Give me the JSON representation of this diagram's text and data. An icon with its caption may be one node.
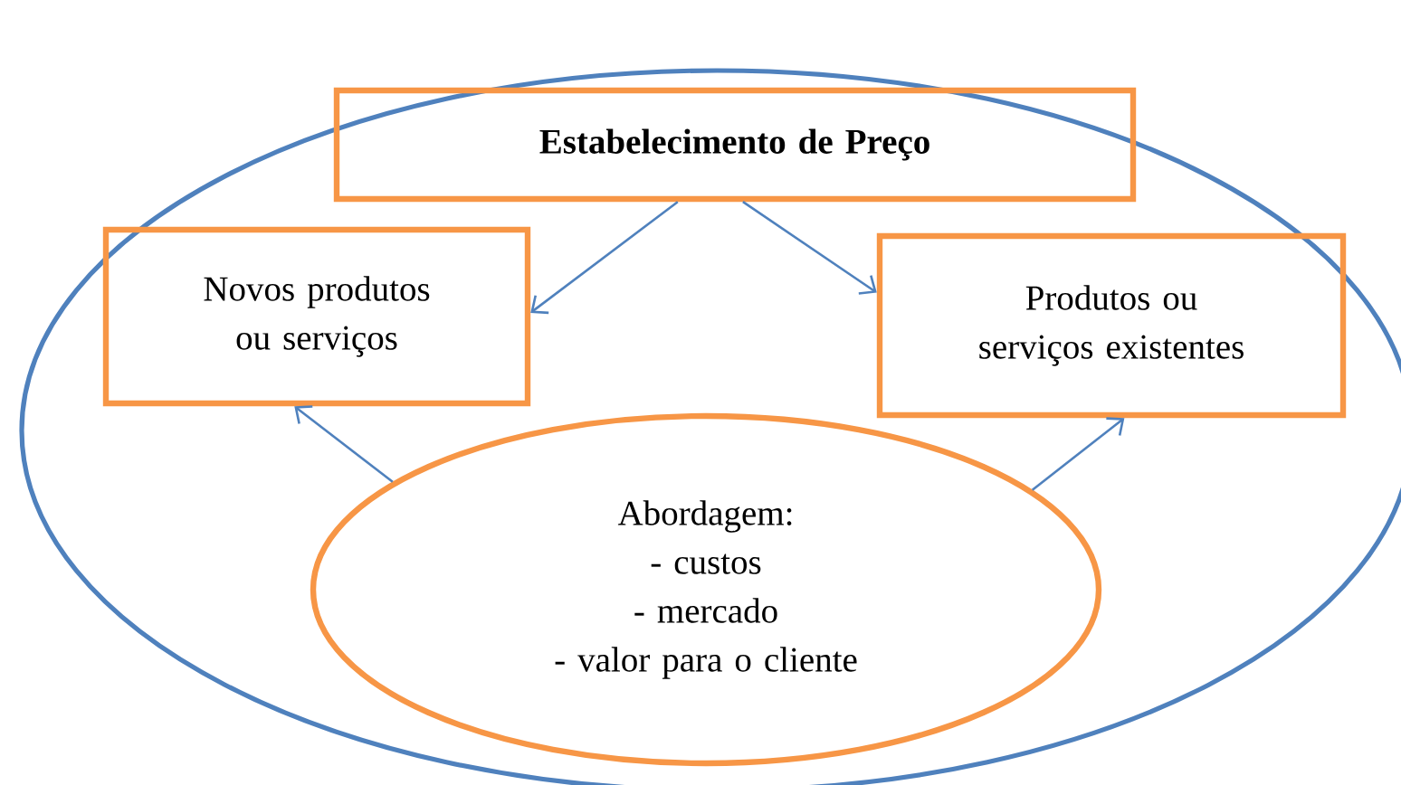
{
  "diagram": {
    "nodes": [
      {
        "text": [],
        "shape": "ellipse"
      },
      {
        "text": [
          "Estabelecimento de Preço"
        ],
        "in": 0
      },
      {
        "text": [
          "Novos produtos ou serviços"
        ],
        "in": 0
      },
      {
        "text": [
          "Produtos ou serviços existentes"
        ],
        "in": 0
      },
      {
        "text": [
          "Abordagem:",
          "- custos",
          "- mercado",
          "- valor para o cliente"
        ],
        "in": 0
      }
    ],
    "edges": [
      {
        "from": 1,
        "to": 2,
        "arrow": "to"
      },
      {
        "from": 1,
        "to": 3,
        "arrow": "to"
      },
      {
        "from": 4,
        "to": 2,
        "arrow": "to"
      },
      {
        "from": 4,
        "to": 3,
        "arrow": "to"
      }
    ]
  }
}
